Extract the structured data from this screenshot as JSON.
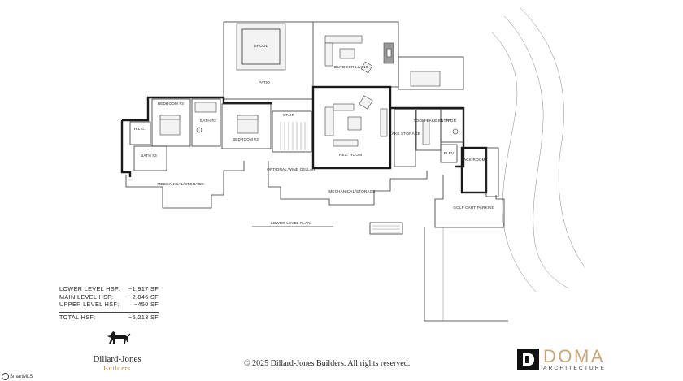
{
  "floor_plan": {
    "title": "LOWER LEVEL PLAN",
    "rooms": {
      "spool": "SPOOL",
      "patio": "PATIO",
      "outdoor_living": "OUTDOOR LIVING",
      "bedroom_3": "BEDROOM #3",
      "bath_2": "BATH #2",
      "bedroom_2": "BEDROOM #2",
      "stair": "STAIR",
      "rec_room": "REC. ROOM",
      "lake_storage": "LAKE STORAGE",
      "tool_lake_entry": "TOOL/ LAKE ENTRY",
      "pdr": "PDR",
      "elev": "ELEV",
      "tack_room": "TACK ROOM",
      "hlc": "H.L.C.",
      "bath_3": "BATH #3",
      "mechanical_storage_left": "MECHANICAL/STORAGE",
      "optional_wine_cellar": "OPTIONAL WINE CELLAR",
      "mechanical_storage_center": "MECHANICAL/STORAGE",
      "golf_cart_parking": "GOLF CART PARKING"
    }
  },
  "square_footage": {
    "rows": [
      {
        "label": "LOWER LEVEL HSF:",
        "value": "~1,917 SF"
      },
      {
        "label": "MAIN LEVEL HSF:",
        "value": "~2,846 SF"
      },
      {
        "label": "UPPER LEVEL HSF:",
        "value": "~450 SF"
      }
    ],
    "total": {
      "label": "TOTAL HSF:",
      "value": "~5,213 SF"
    }
  },
  "builder": {
    "name": "Dillard-Jones",
    "sub": "Builders"
  },
  "copyright": "© 2025 Dillard-Jones Builders. All rights reserved.",
  "architect": {
    "name": "DOMA",
    "sub": "ARCHITECTURE",
    "accent_color": "#c8a774"
  },
  "mls_badge": "SmartMLS"
}
